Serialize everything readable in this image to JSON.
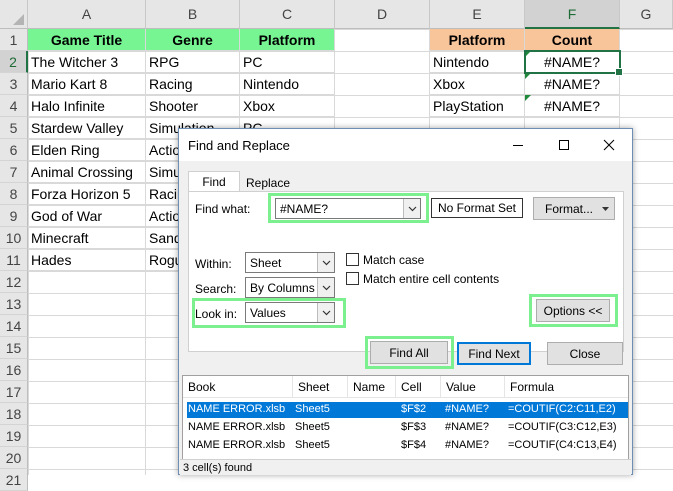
{
  "columns": [
    "A",
    "B",
    "C",
    "D",
    "E",
    "F",
    "G"
  ],
  "rows": [
    "1",
    "2",
    "3",
    "4",
    "5",
    "6",
    "7",
    "8",
    "9",
    "10",
    "11",
    "12",
    "13",
    "14",
    "15",
    "16",
    "17",
    "18",
    "19",
    "20",
    "21"
  ],
  "headers": {
    "game_title": "Game Title",
    "genre": "Genre",
    "platform": "Platform",
    "summary_platform": "Platform",
    "count": "Count"
  },
  "table": [
    {
      "title": "The Witcher 3",
      "genre": "RPG",
      "platform": "PC"
    },
    {
      "title": "Mario Kart 8",
      "genre": "Racing",
      "platform": "Nintendo"
    },
    {
      "title": "Halo Infinite",
      "genre": "Shooter",
      "platform": "Xbox"
    },
    {
      "title": "Stardew Valley",
      "genre": "Simulation",
      "platform": "PC"
    },
    {
      "title": "Elden Ring",
      "genre": "Action",
      "platform": ""
    },
    {
      "title": "Animal Crossing",
      "genre": "Simulation",
      "platform": ""
    },
    {
      "title": "Forza Horizon 5",
      "genre": "Racing",
      "platform": ""
    },
    {
      "title": "God of War",
      "genre": "Action",
      "platform": ""
    },
    {
      "title": "Minecraft",
      "genre": "Sandbox",
      "platform": ""
    },
    {
      "title": "Hades",
      "genre": "Roguelike",
      "platform": ""
    }
  ],
  "summary": [
    {
      "platform": "Nintendo",
      "count": "#NAME?"
    },
    {
      "platform": "Xbox",
      "count": "#NAME?"
    },
    {
      "platform": "PlayStation",
      "count": "#NAME?"
    }
  ],
  "dialog": {
    "title": "Find and Replace",
    "tab_find": "Find",
    "tab_replace": "Replace",
    "find_what_label": "Find what:",
    "find_what_value": "#NAME?",
    "no_format_set": "No Format Set",
    "format_button": "Format...",
    "within_label": "Within:",
    "within_value": "Sheet",
    "search_label": "Search:",
    "search_value": "By Columns",
    "lookin_label": "Look in:",
    "lookin_value": "Values",
    "match_case": "Match case",
    "match_entire": "Match entire cell contents",
    "options_button": "Options <<",
    "find_all": "Find All",
    "find_next": "Find Next",
    "close": "Close",
    "status": "3 cell(s) found"
  },
  "results": {
    "columns": [
      "Book",
      "Sheet",
      "Name",
      "Cell",
      "Value",
      "Formula"
    ],
    "rows": [
      {
        "book": "NAME ERROR.xlsb",
        "sheet": "Sheet5",
        "name": "",
        "cell": "$F$2",
        "value": "#NAME?",
        "formula": "=COUTIF(C2:C11,E2)"
      },
      {
        "book": "NAME ERROR.xlsb",
        "sheet": "Sheet5",
        "name": "",
        "cell": "$F$3",
        "value": "#NAME?",
        "formula": "=COUTIF(C3:C12,E3)"
      },
      {
        "book": "NAME ERROR.xlsb",
        "sheet": "Sheet5",
        "name": "",
        "cell": "$F$4",
        "value": "#NAME?",
        "formula": "=COUTIF(C4:C13,E4)"
      }
    ]
  },
  "colors": {
    "header_green": "#77f593",
    "header_orange": "#f8c49a",
    "highlight": "#7cf08f",
    "excel_green": "#217346",
    "selection_blue": "#0078d7"
  }
}
